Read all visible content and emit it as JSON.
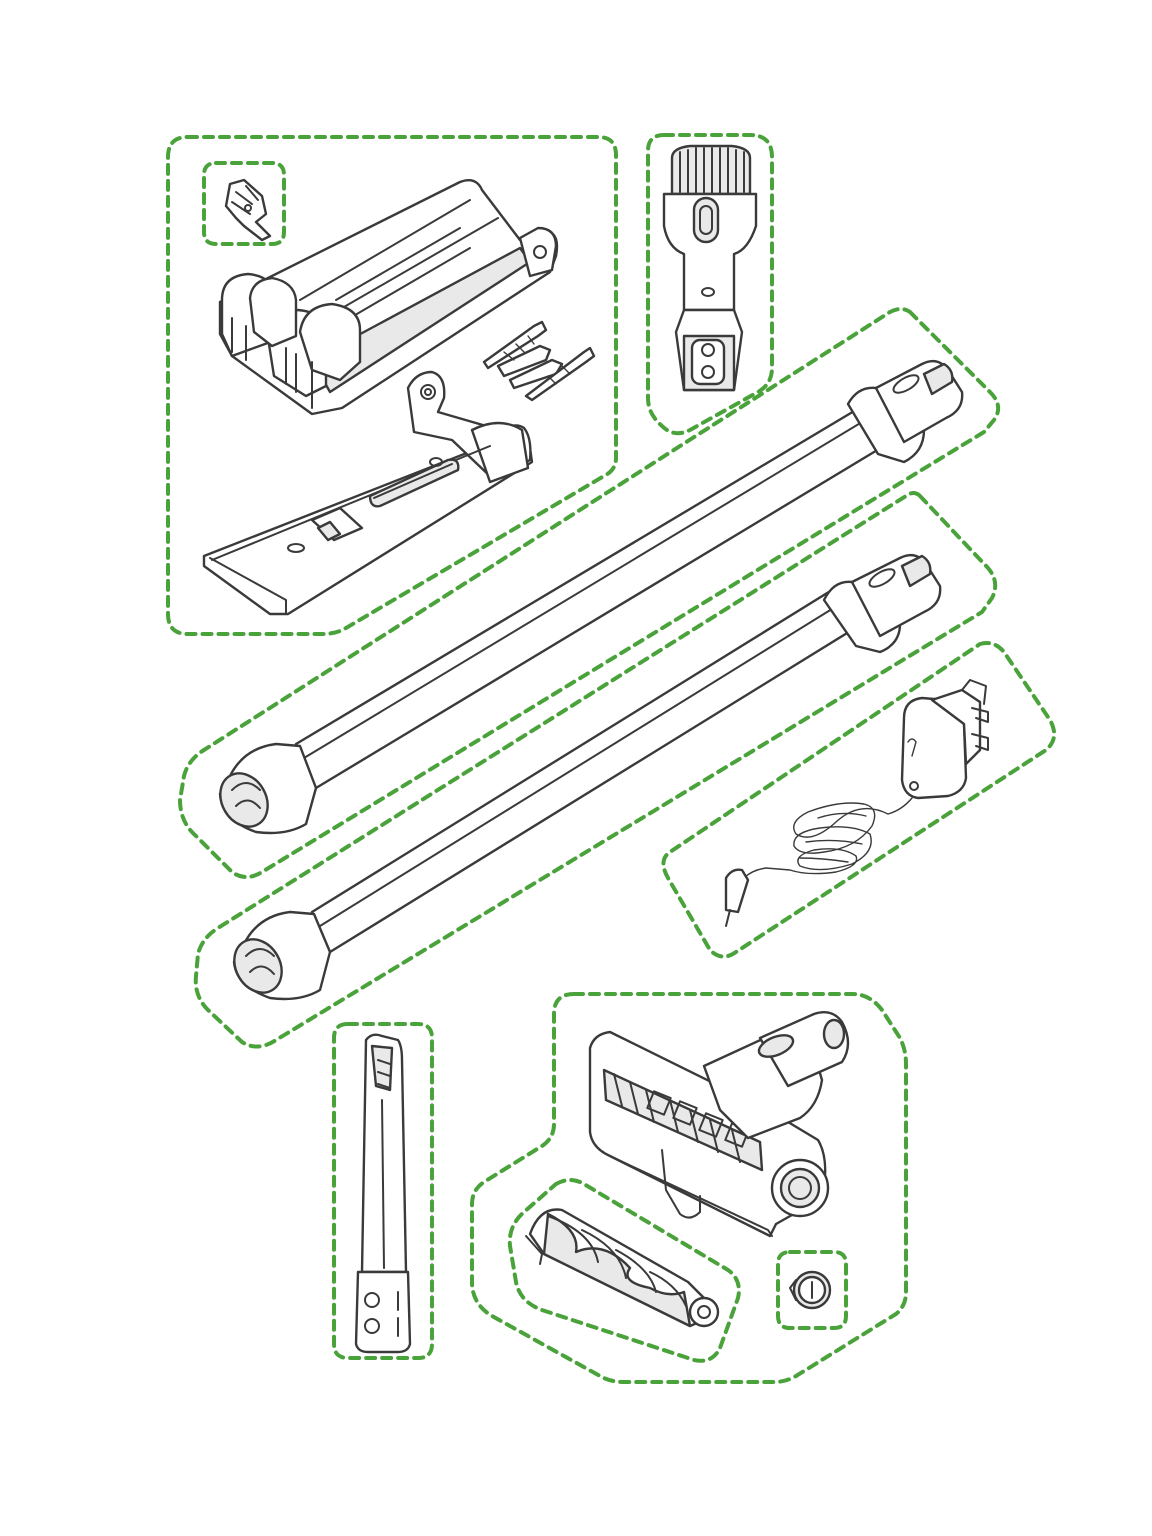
{
  "colors": {
    "outline": "#4aa23a",
    "line": "#3a3a3a",
    "fill": "#ffffff",
    "shade": "#e9e9e9"
  },
  "groups": [
    {
      "id": "dock-group",
      "icon": "wall-dock-icon"
    },
    {
      "id": "clip-group",
      "icon": "accessory-clip-icon"
    },
    {
      "id": "combination-tool-group",
      "icon": "combination-tool-icon"
    },
    {
      "id": "long-wand-group",
      "icon": "wand-icon"
    },
    {
      "id": "short-wand-group",
      "icon": "wand-icon"
    },
    {
      "id": "charger-group",
      "icon": "charger-icon"
    },
    {
      "id": "crevice-tool-group",
      "icon": "crevice-tool-icon"
    },
    {
      "id": "cleaner-head-group",
      "icon": "cleaner-head-icon"
    },
    {
      "id": "brush-bar-group",
      "icon": "brush-bar-icon"
    },
    {
      "id": "end-cap-group",
      "icon": "end-cap-icon"
    }
  ]
}
